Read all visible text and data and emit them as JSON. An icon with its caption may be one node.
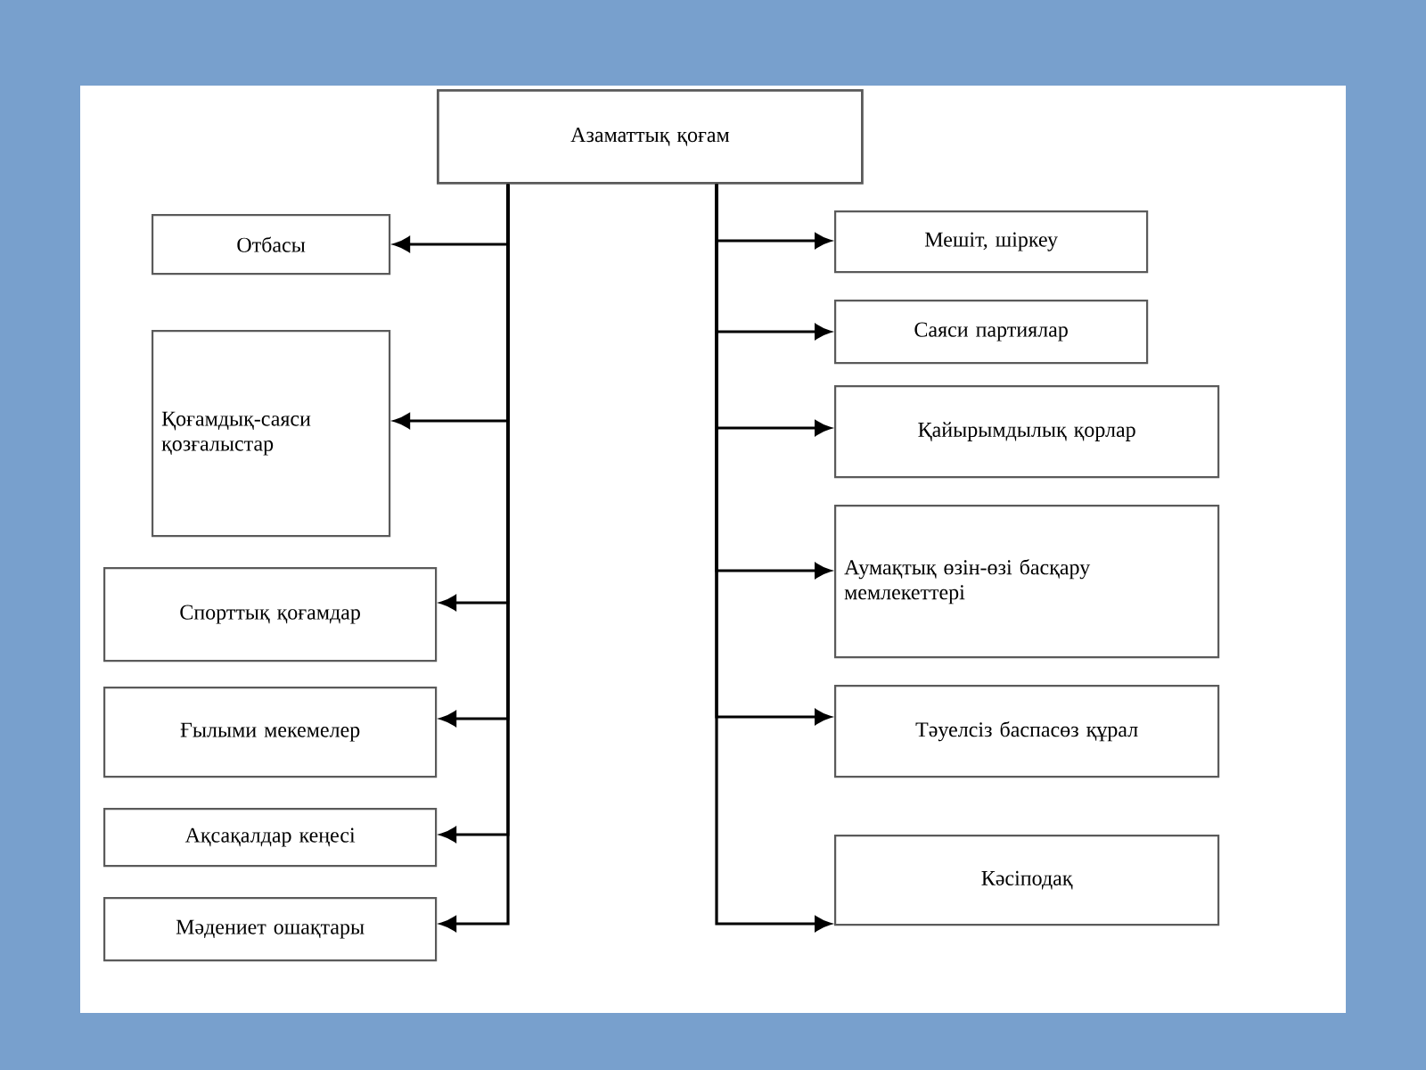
{
  "diagram": {
    "nodes": [
      {
        "text": [
          "Азаматтық қоғам"
        ]
      },
      {
        "text": [
          "Отбасы"
        ]
      },
      {
        "text": [
          "Қоғамдық-саяси қозғалыстар"
        ]
      },
      {
        "text": [
          "Спорттық қоғамдар"
        ]
      },
      {
        "text": [
          "Ғылыми мекемелер"
        ]
      },
      {
        "text": [
          "Ақсақалдар кеңесі"
        ]
      },
      {
        "text": [
          "Мәдениет ошақтары"
        ]
      },
      {
        "text": [
          "Мешіт, шіркеу"
        ]
      },
      {
        "text": [
          "Саяси партиялар"
        ]
      },
      {
        "text": [
          "Қайырымдылық қорлар"
        ]
      },
      {
        "text": [
          "Аумақтық өзін-өзі басқару мемлекеттері"
        ]
      },
      {
        "text": [
          "Тәуелсіз баспасөз құрал"
        ]
      },
      {
        "text": [
          "Кәсіподақ"
        ]
      }
    ],
    "edges": [
      {
        "from": 0,
        "to": 1,
        "arrow": "to"
      },
      {
        "from": 0,
        "to": 2,
        "arrow": "to"
      },
      {
        "from": 0,
        "to": 3,
        "arrow": "to"
      },
      {
        "from": 0,
        "to": 4,
        "arrow": "to"
      },
      {
        "from": 0,
        "to": 5,
        "arrow": "to"
      },
      {
        "from": 0,
        "to": 6,
        "arrow": "to"
      },
      {
        "from": 0,
        "to": 7,
        "arrow": "to"
      },
      {
        "from": 0,
        "to": 8,
        "arrow": "to"
      },
      {
        "from": 0,
        "to": 9,
        "arrow": "to"
      },
      {
        "from": 0,
        "to": 10,
        "arrow": "to"
      },
      {
        "from": 0,
        "to": 11,
        "arrow": "to"
      },
      {
        "from": 0,
        "to": 12,
        "arrow": "to"
      }
    ]
  }
}
